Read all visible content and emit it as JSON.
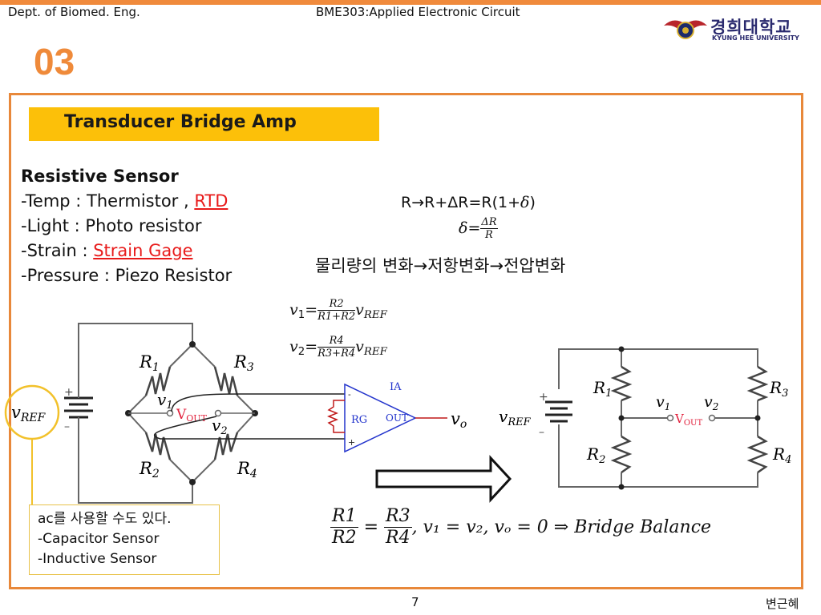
{
  "header": {
    "left": "Dept. of Biomed. Eng.",
    "center": "BME303:Applied Electronic Circuit",
    "logo_korean": "경희대학교",
    "logo_english": "KYUNG HEE UNIVERSITY"
  },
  "section_number": "03",
  "title": "Transducer Bridge Amp",
  "sensors": {
    "heading": "Resistive Sensor",
    "temp_prefix": "-Temp : Thermistor , ",
    "temp_link": "RTD",
    "light": "-Light : Photo resistor",
    "strain_prefix": "-Strain : ",
    "strain_link": "Strain Gage",
    "pressure": "-Pressure : Piezo Resistor"
  },
  "equations": {
    "resistance_change": "R→R+ΔR=R(1+",
    "delta": "δ",
    "delta_def_lhs": "δ=",
    "delta_num": "ΔR",
    "delta_den": "R",
    "korean_chain": "물리량의 변화→저항변화→전압변화",
    "v1_num": "R2",
    "v1_den": "R1+R2",
    "v2_num": "R4",
    "v2_den": "R3+R4",
    "vref": "v_REF",
    "balance_r1": "R1",
    "balance_r2": "R2",
    "balance_r3": "R3",
    "balance_r4": "R4",
    "balance_rest": ", v₁ = v₂, vₒ = 0 ⇒ Bridge Balance"
  },
  "circuit_left": {
    "r1": "R1",
    "r2": "R2",
    "r3": "R3",
    "r4": "R4",
    "v1": "v1",
    "v2": "v2",
    "vout": "VOUT",
    "vref": "vREF",
    "ia_label": "IA",
    "rg_label": "RG",
    "out_label": "OUT",
    "minus": "-",
    "plus": "+",
    "vo": "vo"
  },
  "circuit_right": {
    "r1": "R1",
    "r2": "R2",
    "r3": "R3",
    "r4": "R4",
    "v1": "v1",
    "v2": "v2",
    "vout": "VOUT",
    "vref": "vREF"
  },
  "note": {
    "line1": "ac를 사용할 수도 있다.",
    "line2": "-Capacitor Sensor",
    "line3": "-Inductive Sensor"
  },
  "footer": {
    "page": "7",
    "author": "변근혜"
  },
  "colors": {
    "accent_orange": "#e8883a",
    "title_bar": "#fcc009",
    "link_red": "#e81a1a",
    "ia_blue": "#2233cc",
    "vout_red": "#e2203c"
  }
}
